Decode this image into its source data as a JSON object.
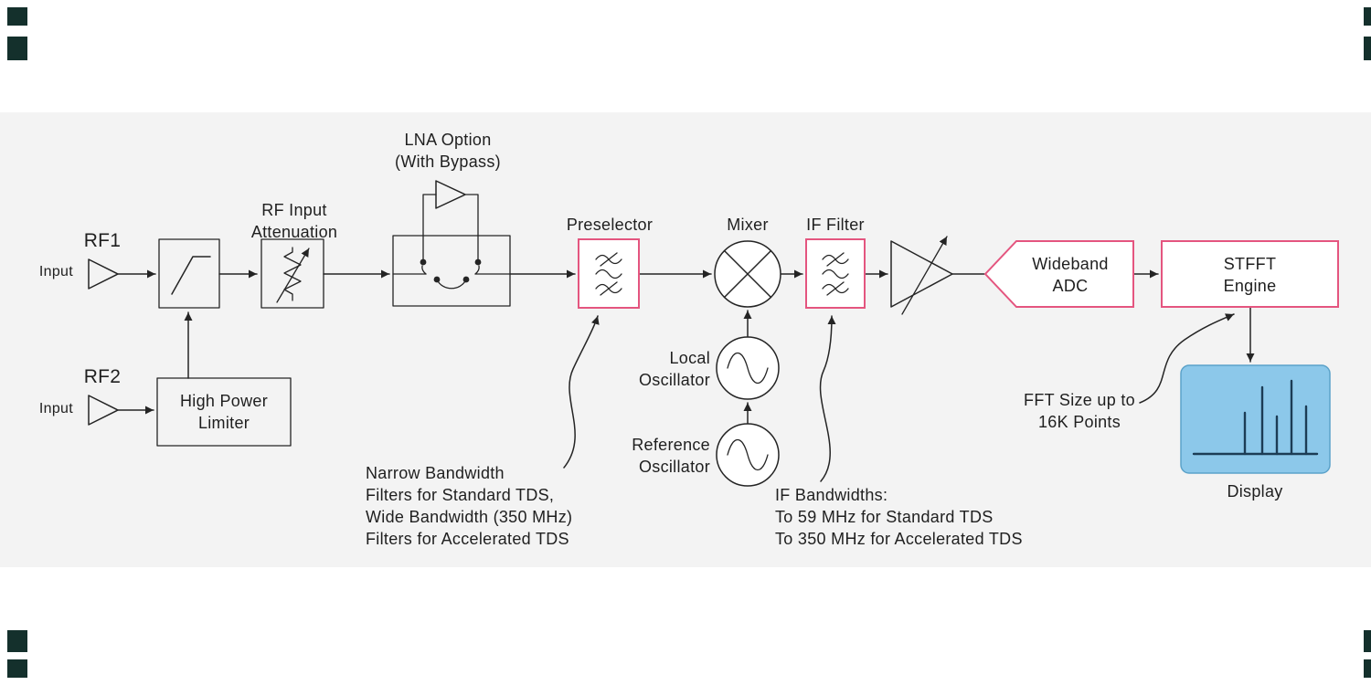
{
  "labels": {
    "rf1": "RF1",
    "input1": "Input",
    "rf2": "RF2",
    "input2": "Input",
    "attenuation": [
      "RF Input",
      "Attenuation"
    ],
    "lna": [
      "LNA Option",
      "(With Bypass)"
    ],
    "preselector": "Preselector",
    "mixer": "Mixer",
    "if_filter": "IF Filter",
    "local_oscillator": [
      "Local",
      "Oscillator"
    ],
    "reference_oscillator": [
      "Reference",
      "Oscillator"
    ],
    "high_power_limiter": [
      "High Power",
      "Limiter"
    ],
    "wideband_adc": [
      "Wideband",
      "ADC"
    ],
    "stfft_engine": [
      "STFFT",
      "Engine"
    ],
    "display": "Display"
  },
  "annotations": {
    "preselector_note": [
      "Narrow Bandwidth",
      "Filters for Standard TDS,",
      "Wide Bandwidth (350 MHz)",
      "Filters for Accelerated TDS"
    ],
    "if_note": [
      "IF Bandwidths:",
      "To 59 MHz for Standard TDS",
      "To 350 MHz for Accelerated TDS"
    ],
    "fft_note": [
      "FFT Size up to",
      "16K Points"
    ]
  },
  "colors": {
    "accent": "#e4557f",
    "line": "#242424",
    "band": "#f3f3f3",
    "display_fill": "#8cc8ea",
    "display_stroke": "#5ba2c9",
    "display_trace": "#1c3c55",
    "crop_mark": "#14302c"
  }
}
